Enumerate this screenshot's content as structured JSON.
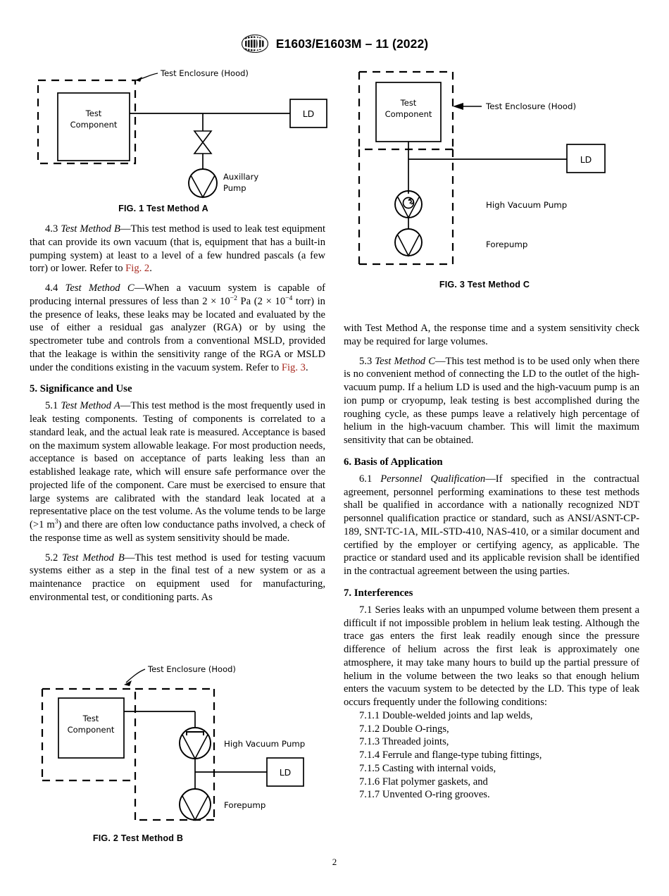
{
  "header": {
    "logo_alt": "ASTM",
    "title": "E1603/E1603M – 11 (2022)"
  },
  "page_number": "2",
  "figures": {
    "fig1": {
      "caption": "FIG. 1  Test Method A",
      "hood_label": "Test Enclosure (Hood)",
      "component_line1": "Test",
      "component_line2": "Component",
      "ld_label": "LD",
      "pump_line1": "Auxillary",
      "pump_line2": "Pump"
    },
    "fig2": {
      "caption": "FIG. 2  Test Method B",
      "hood_label": "Test Enclosure (Hood)",
      "component_line1": "Test",
      "component_line2": "Component",
      "ld_label": "LD",
      "hvp_label": "High Vacuum Pump",
      "forepump_label": "Forepump"
    },
    "fig3": {
      "caption": "FIG. 3  Test Method C",
      "hood_label": "Test Enclosure (Hood)",
      "component_line1": "Test",
      "component_line2": "Component",
      "ld_label": "LD",
      "hvp_label": "High Vacuum Pump",
      "forepump_label": "Forepump"
    }
  },
  "left_column": {
    "p43_num": "4.3",
    "p43_title": "Test Method B",
    "p43_body_a": "—This test method is used to leak test equipment that can provide its own vacuum (that is, equipment that has a built-in pumping system) at least to a level of a few hundred pascals (a few torr) or lower. Refer to ",
    "p43_ref": "Fig. 2",
    "p43_body_b": ".",
    "p44_num": "4.4",
    "p44_title": "Test Method C",
    "p44_body_a": "—When a vacuum system is capable of producing internal pressures of less than 2 × 10",
    "p44_exp1": "−2",
    "p44_body_b": " Pa (2 × 10",
    "p44_exp2": "−4",
    "p44_body_c": " torr) in the presence of leaks, these leaks may be located and evaluated by the use of either a residual gas analyzer (RGA) or by using the spectrometer tube and controls from a conventional MSLD, provided that the leakage is within the sensitivity range of the RGA or MSLD under the conditions existing in the vacuum system. Refer to ",
    "p44_ref": "Fig. 3",
    "p44_body_d": ".",
    "sec5_head": "5.  Significance and Use",
    "p51_num": "5.1",
    "p51_title": "Test Method A",
    "p51_body_a": "—This test method is the most frequently used in leak testing components. Testing of components is correlated to a standard leak, and the actual leak rate is measured. Acceptance is based on the maximum system allowable leakage. For most production needs, acceptance is based on acceptance of parts leaking less than an established leakage rate, which will ensure safe performance over the projected life of the component. Care must be exercised to ensure that large systems are calibrated with the standard leak located at a representative place on the test volume. As the volume tends to be large (>1 m",
    "p51_exp": "3",
    "p51_body_b": ") and there are often low conductance paths involved, a check of the response time as well as system sensitivity should be made.",
    "p52_num": "5.2",
    "p52_title": "Test Method B",
    "p52_body": "—This test method is used for testing vacuum systems either as a step in the final test of a new system or as a maintenance practice on equipment used for manufacturing, environmental test, or conditioning parts. As"
  },
  "right_column": {
    "p52_cont": "with Test Method A, the response time and a system sensitivity check may be required for large volumes.",
    "p53_num": "5.3",
    "p53_title": "Test Method C",
    "p53_body": "—This test method is to be used only when there is no convenient method of connecting the LD to the outlet of the high-vacuum pump. If a helium LD is used and the high-vacuum pump is an ion pump or cryopump, leak testing is best accomplished during the roughing cycle, as these pumps leave a relatively high percentage of helium in the high-vacuum chamber. This will limit the maximum sensitivity that can be obtained.",
    "sec6_head": "6.  Basis of Application",
    "p61_num": "6.1",
    "p61_title": "Personnel Qualification",
    "p61_body": "—If specified in the contractual agreement, personnel performing examinations to these test methods shall be qualified in accordance with a nationally recognized NDT personnel qualification practice or standard, such as ANSI/ASNT-CP-189, SNT-TC-1A, MIL-STD-410, NAS-410, or a similar document and certified by the employer or certifying agency, as applicable. The practice or standard used and its applicable revision shall be identified in the contractual agreement between the using parties.",
    "sec7_head": "7.  Interferences",
    "p71_num": "7.1",
    "p71_body": "Series leaks with an unpumped volume between them present a difficult if not impossible problem in helium leak testing. Although the trace gas enters the first leak readily enough since the pressure difference of helium across the first leak is approximately one atmosphere, it may take many hours to build up the partial pressure of helium in the volume between the two leaks so that enough helium enters the vacuum system to be detected by the LD. This type of leak occurs frequently under the following conditions:",
    "sublist": [
      "7.1.1  Double-welded joints and lap welds,",
      "7.1.2  Double O-rings,",
      "7.1.3  Threaded joints,",
      "7.1.4  Ferrule and flange-type tubing fittings,",
      "7.1.5  Casting with internal voids,",
      "7.1.6  Flat polymer gaskets, and",
      "7.1.7  Unvented O-ring grooves."
    ]
  },
  "colors": {
    "reference_red": "#A72A20",
    "ink": "#000000"
  }
}
